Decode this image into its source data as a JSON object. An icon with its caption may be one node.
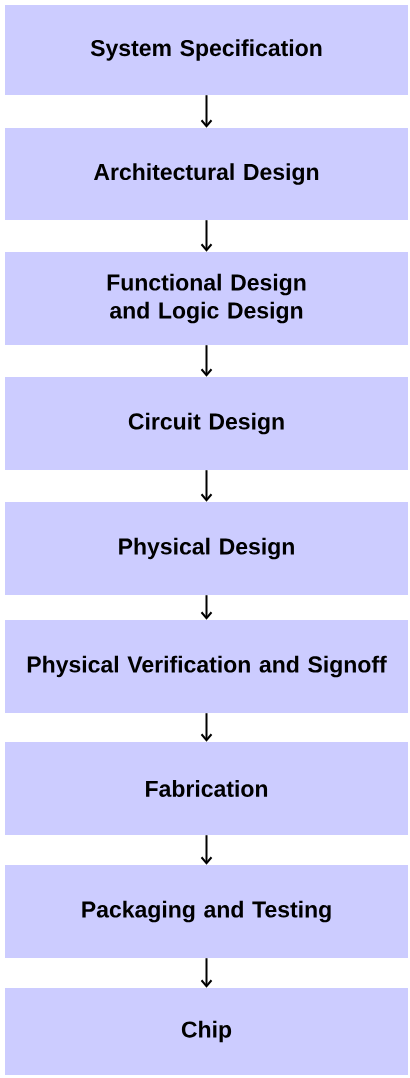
{
  "diagram": {
    "nodes": [
      {
        "text": [
          "System Specification"
        ]
      },
      {
        "text": [
          "Architectural Design"
        ]
      },
      {
        "text": [
          "Functional Design and Logic Design"
        ]
      },
      {
        "text": [
          "Circuit Design"
        ]
      },
      {
        "text": [
          "Physical Design"
        ]
      },
      {
        "text": [
          "Physical Verification and Signoff"
        ]
      },
      {
        "text": [
          "Fabrication"
        ]
      },
      {
        "text": [
          "Packaging and Testing"
        ]
      },
      {
        "text": [
          "Chip"
        ]
      }
    ],
    "edges": [
      {
        "from": 0,
        "to": 1,
        "arrow": "to"
      },
      {
        "from": 1,
        "to": 2,
        "arrow": "to"
      },
      {
        "from": 2,
        "to": 3,
        "arrow": "to"
      },
      {
        "from": 3,
        "to": 4,
        "arrow": "to"
      },
      {
        "from": 4,
        "to": 5,
        "arrow": "to"
      },
      {
        "from": 5,
        "to": 6,
        "arrow": "to"
      },
      {
        "from": 6,
        "to": 7,
        "arrow": "to"
      },
      {
        "from": 7,
        "to": 8,
        "arrow": "to"
      }
    ]
  }
}
